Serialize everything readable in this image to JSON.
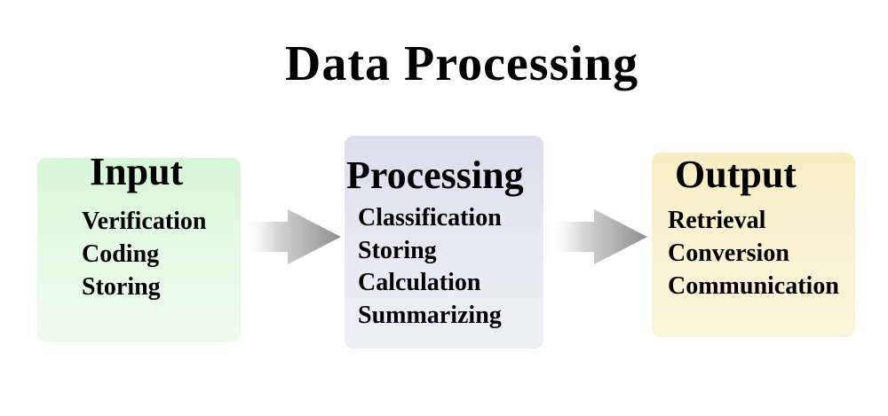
{
  "title": "Data Processing",
  "stages": [
    {
      "heading": "Input",
      "items": [
        "Verification",
        "Coding",
        "Storing"
      ],
      "color": "#e2f8e1"
    },
    {
      "heading": "Processing",
      "items": [
        "Classification",
        "Storing",
        "Calculation",
        "Summarizing"
      ],
      "color": "#e8e8f2"
    },
    {
      "heading": "Output",
      "items": [
        "Retrieval",
        "Conversion",
        "Communication"
      ],
      "color": "#f9f1d2"
    }
  ],
  "connector_icon": "arrow-right-gradient"
}
